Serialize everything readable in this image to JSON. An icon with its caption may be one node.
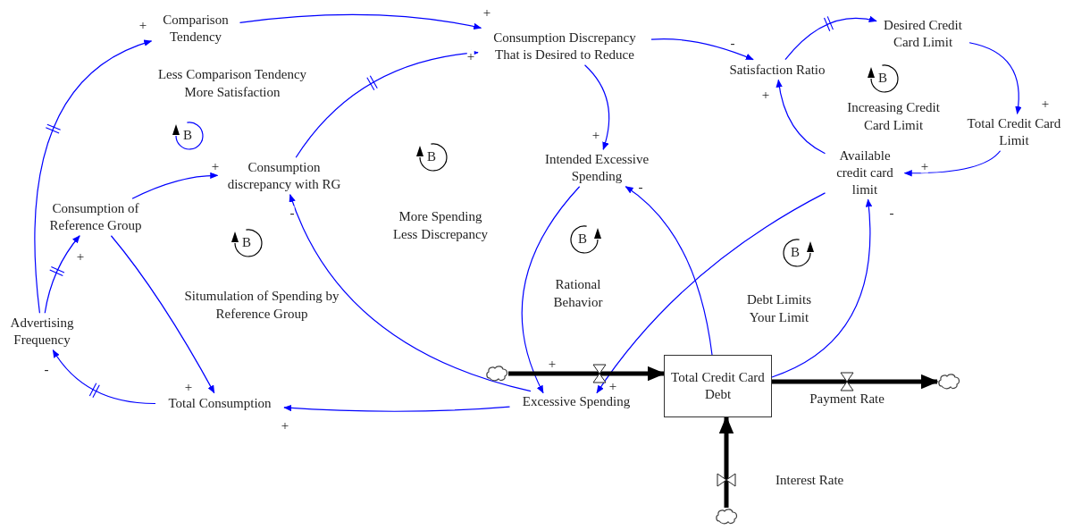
{
  "diagram": {
    "nodes": [
      {
        "text": [
          "Comparison Tendency"
        ]
      },
      {
        "text": [
          "Consumption Discrepancy That is Desired to Reduce"
        ]
      },
      {
        "text": [
          "Satisfaction Ratio"
        ]
      },
      {
        "text": [
          "Desired Credit Card Limit"
        ]
      },
      {
        "text": [
          "Total Credit Card Limit"
        ]
      },
      {
        "text": [
          "Available credit card limit"
        ]
      },
      {
        "text": [
          "Consumption discrepancy with RG"
        ]
      },
      {
        "text": [
          "Intended Excessive Spending"
        ]
      },
      {
        "text": [
          "Consumption of Reference Group"
        ]
      },
      {
        "text": [
          "Advertising Frequency"
        ]
      },
      {
        "text": [
          "Total Consumption"
        ]
      },
      {
        "text": [
          "Excessive Spending"
        ]
      },
      {
        "text": [
          "Total Credit Card Debt"
        ]
      },
      {
        "text": [],
        "shape": "cloud"
      },
      {
        "text": [],
        "shape": "cloud"
      },
      {
        "text": [],
        "shape": "cloud"
      }
    ],
    "edges": [
      {
        "from": 9,
        "to": 0,
        "arrow": "to",
        "label": "+"
      },
      {
        "from": 0,
        "to": 1,
        "arrow": "to",
        "label": "+"
      },
      {
        "from": 6,
        "to": 1,
        "arrow": "to",
        "label": "+"
      },
      {
        "from": 1,
        "to": 2,
        "arrow": "to",
        "label": "-"
      },
      {
        "from": 2,
        "to": 3,
        "arrow": "to"
      },
      {
        "from": 3,
        "to": 4,
        "arrow": "to",
        "label": "+"
      },
      {
        "from": 4,
        "to": 5,
        "arrow": "to",
        "label": "+"
      },
      {
        "from": 5,
        "to": 2,
        "arrow": "to",
        "label": "+"
      },
      {
        "from": 1,
        "to": 7,
        "arrow": "to",
        "label": "+"
      },
      {
        "from": 8,
        "to": 6,
        "arrow": "to",
        "label": "+"
      },
      {
        "from": 11,
        "to": 6,
        "arrow": "to",
        "label": "-"
      },
      {
        "from": 9,
        "to": 8,
        "arrow": "to",
        "label": "+"
      },
      {
        "from": 8,
        "to": 10,
        "arrow": "to",
        "label": "+"
      },
      {
        "from": 10,
        "to": 9,
        "arrow": "to",
        "label": "-"
      },
      {
        "from": 11,
        "to": 10,
        "arrow": "to",
        "label": "+"
      },
      {
        "from": 7,
        "to": 11,
        "arrow": "to",
        "label": "+"
      },
      {
        "from": 5,
        "to": 11,
        "arrow": "to",
        "label": "+"
      },
      {
        "from": 12,
        "to": 7,
        "arrow": "to",
        "label": "-"
      },
      {
        "from": 12,
        "to": 5,
        "arrow": "to",
        "label": "-"
      },
      {
        "from": 13,
        "to": 12,
        "arrow": "to",
        "style": "thick",
        "color": "#000000"
      },
      {
        "from": 12,
        "to": 14,
        "arrow": "to",
        "style": "thick",
        "color": "#000000",
        "label": "Payment Rate"
      },
      {
        "from": 15,
        "to": 12,
        "arrow": "to",
        "style": "thick",
        "color": "#000000",
        "label": "Interest Rate"
      }
    ],
    "labels": [
      "Less Comparison Tendency More Satisfaction",
      "B",
      "Increasing Credit Card Limit",
      "B",
      "B",
      "More Spending Less Discrepancy",
      "B",
      "B",
      "B",
      "Rational Behavior",
      "Situmulation of Spending by Reference Group",
      "Debt Limits Your Limit"
    ]
  }
}
